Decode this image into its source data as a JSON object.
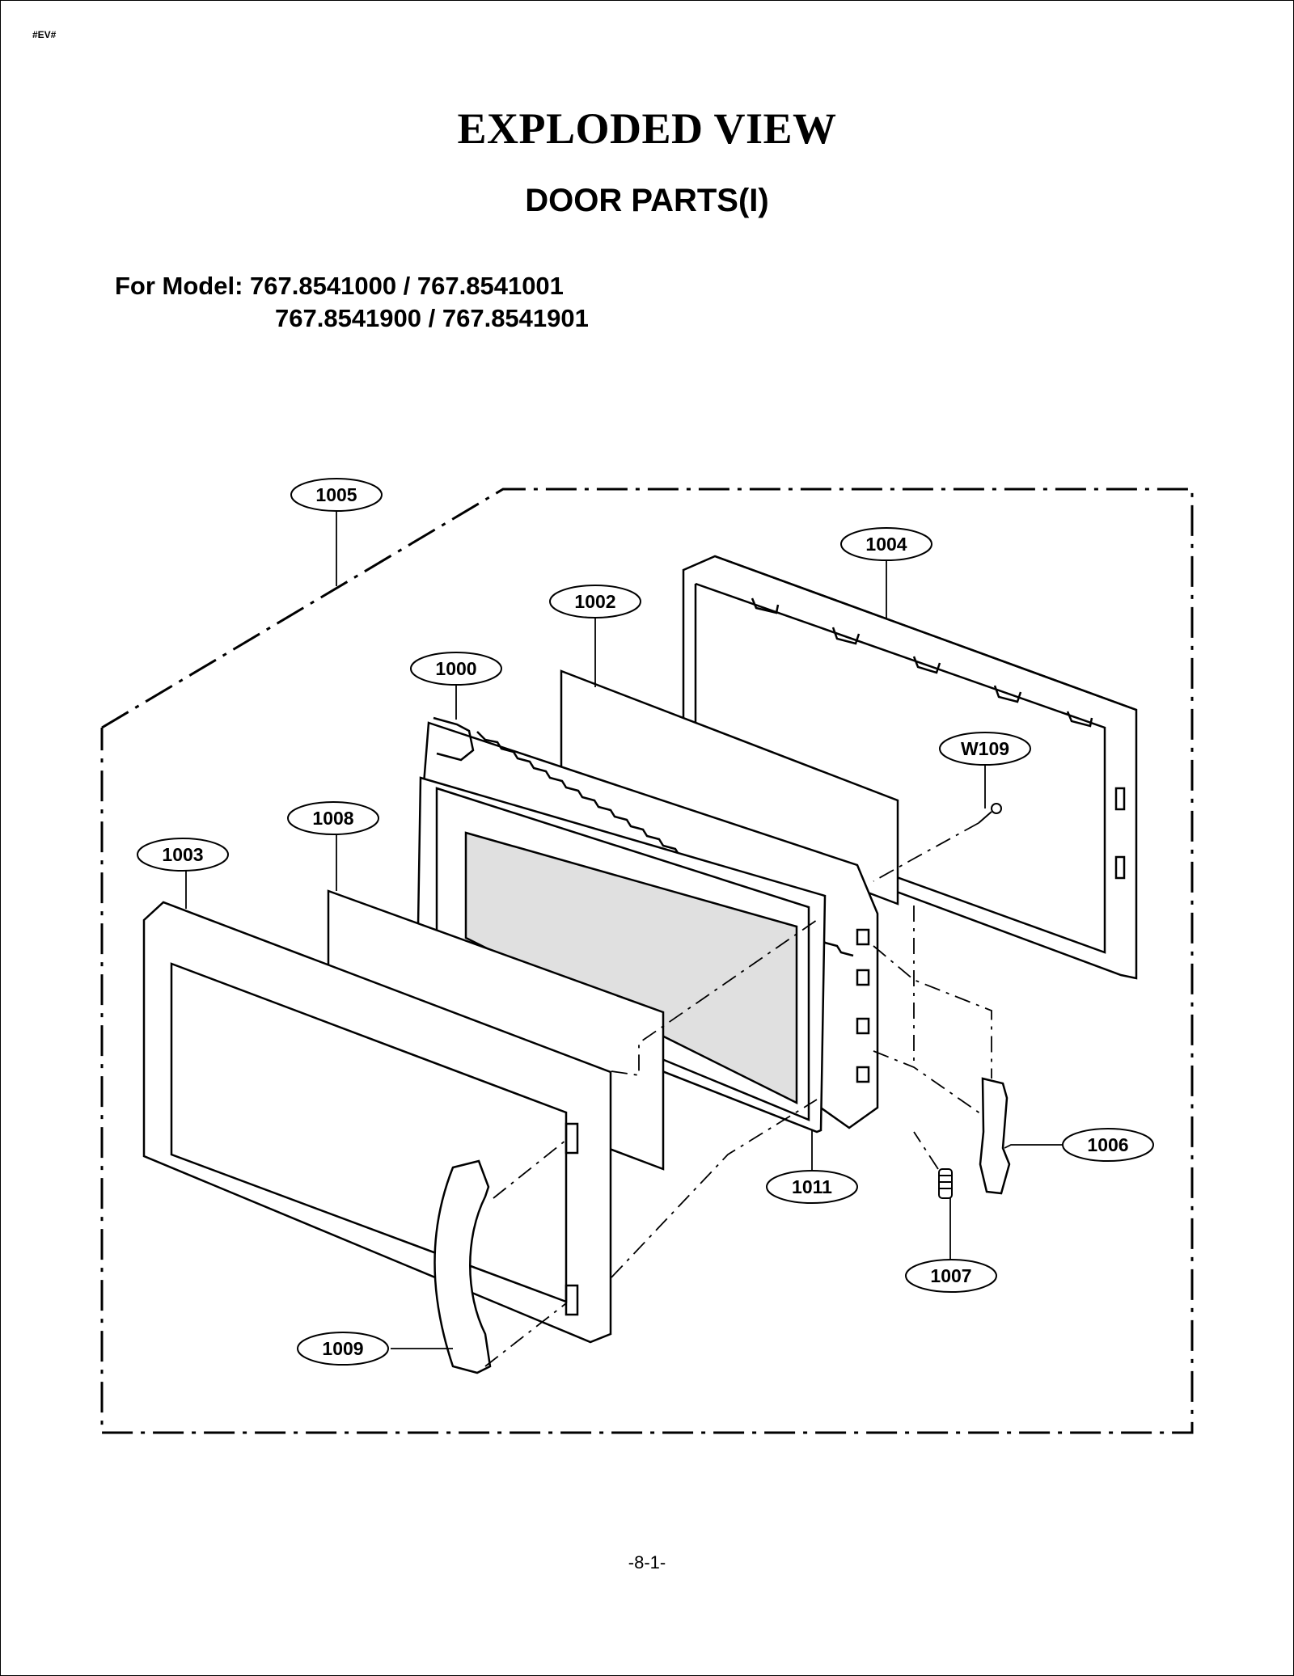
{
  "header": {
    "doc_code": "#EV#",
    "title": "EXPLODED VIEW",
    "subtitle": "DOOR PARTS(I)",
    "model_line_1": "For Model: 767.8541000 / 767.8541001",
    "model_line_2": "767.8541900 / 767.8541901"
  },
  "callouts": [
    {
      "id": "1005",
      "label": "1005"
    },
    {
      "id": "1004",
      "label": "1004"
    },
    {
      "id": "1002",
      "label": "1002"
    },
    {
      "id": "1000",
      "label": "1000"
    },
    {
      "id": "W109",
      "label": "W109"
    },
    {
      "id": "1008",
      "label": "1008"
    },
    {
      "id": "1003",
      "label": "1003"
    },
    {
      "id": "1006",
      "label": "1006"
    },
    {
      "id": "1011",
      "label": "1011"
    },
    {
      "id": "1007",
      "label": "1007"
    },
    {
      "id": "1009",
      "label": "1009"
    }
  ],
  "footer": {
    "page_number": "-8-1-"
  }
}
